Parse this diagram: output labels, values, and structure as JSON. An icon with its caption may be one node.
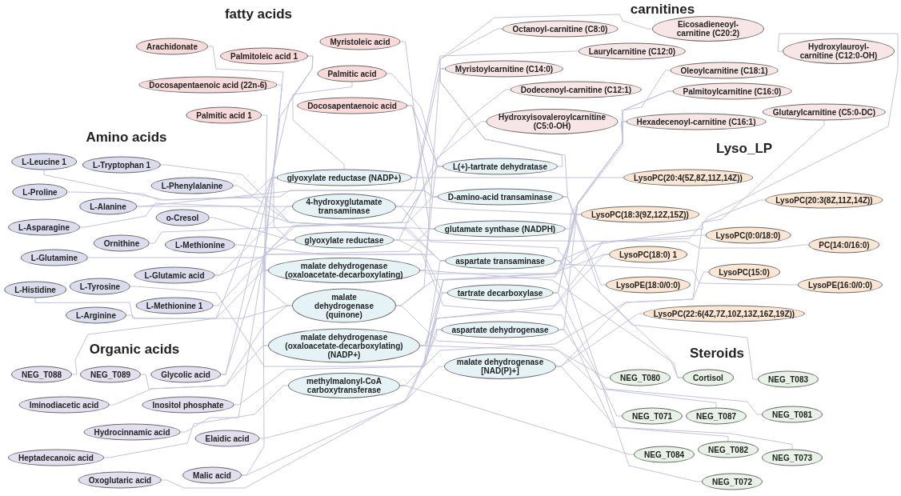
{
  "diagram": {
    "nodes": [
      {
        "text": [
          "Arachidonate"
        ]
      },
      {
        "text": [
          "Palmitoleic acid 1"
        ]
      },
      {
        "text": [
          "Myristoleic acid"
        ]
      },
      {
        "text": [
          "Docosapentaenoic acid (22n-6)"
        ]
      },
      {
        "text": [
          "Palmitic acid"
        ]
      },
      {
        "text": [
          "Palmitic acid 1"
        ]
      },
      {
        "text": [
          "Docosapentaenoic acid"
        ]
      },
      {
        "text": [
          "Octanoyl-carnitine (C8:0)"
        ]
      },
      {
        "text": [
          "Eicosadieneoyl-carnitine (C20:2)"
        ]
      },
      {
        "text": [
          "Laurylcarnitine (C12:0)"
        ]
      },
      {
        "text": [
          "Myristoylcarnitine (C14:0)"
        ]
      },
      {
        "text": [
          "Oleoylcarnitine (C18:1)"
        ]
      },
      {
        "text": [
          "Hydroxylauroyl-carnitine (C12:0-OH)"
        ]
      },
      {
        "text": [
          "Dodecenoyl-carnitine (C12:1)"
        ]
      },
      {
        "text": [
          "Palmitoylcarnitine (C16:0)"
        ]
      },
      {
        "text": [
          "Hydroxyisovaleroylcarnitine (C5:0-OH)"
        ]
      },
      {
        "text": [
          "Hexadecenoyl-carnitine (C16:1)"
        ]
      },
      {
        "text": [
          "Glutarylcarnitine (C5:0-DC)"
        ]
      },
      {
        "text": [
          "L-Leucine 1"
        ]
      },
      {
        "text": [
          "L-Tryptophan 1"
        ]
      },
      {
        "text": [
          "L-Phenylalanine"
        ]
      },
      {
        "text": [
          "L-Proline"
        ]
      },
      {
        "text": [
          "L-Alanine"
        ]
      },
      {
        "text": [
          "o-Cresol"
        ]
      },
      {
        "text": [
          "L-Asparagine"
        ]
      },
      {
        "text": [
          "Ornithine"
        ]
      },
      {
        "text": [
          "L-Methionine"
        ]
      },
      {
        "text": [
          "L-Glutamine"
        ]
      },
      {
        "text": [
          "L-Glutamic acid"
        ]
      },
      {
        "text": [
          "L-Histidine"
        ]
      },
      {
        "text": [
          "L-Tyrosine"
        ]
      },
      {
        "text": [
          "L-Methionine 1"
        ]
      },
      {
        "text": [
          "L-Arginine"
        ]
      },
      {
        "text": [
          "glyoxylate reductase (NADP+)"
        ]
      },
      {
        "text": [
          "4-hydroxyglutamate transaminase"
        ]
      },
      {
        "text": [
          "glyoxylate reductase"
        ]
      },
      {
        "text": [
          "malate dehydrogenase (oxaloacetate-decarboxylating)"
        ]
      },
      {
        "text": [
          "malate dehydrogenase (quinone)"
        ]
      },
      {
        "text": [
          "malate dehydrogenase (oxaloacetate-decarboxylating) (NADP+)"
        ]
      },
      {
        "text": [
          "methylmalonyl-CoA carboxytransferase"
        ]
      },
      {
        "text": [
          "L(+)-tartrate dehydratase"
        ]
      },
      {
        "text": [
          "D-amino-acid transaminase"
        ]
      },
      {
        "text": [
          "glutamate synthase (NADPH)"
        ]
      },
      {
        "text": [
          "aspartate transaminase"
        ]
      },
      {
        "text": [
          "tartrate decarboxylase"
        ]
      },
      {
        "text": [
          "aspartate dehydrogenase"
        ]
      },
      {
        "text": [
          "malate dehydrogenase [NAD(P)+]"
        ]
      },
      {
        "text": [
          "LysoPC(20:4(5Z,8Z,11Z,14Z))"
        ]
      },
      {
        "text": [
          "LysoPC(20:3(8Z,11Z,14Z))"
        ]
      },
      {
        "text": [
          "LysoPC(18:3(9Z,12Z,15Z))"
        ]
      },
      {
        "text": [
          "LysoPC(0:0/18:0)"
        ]
      },
      {
        "text": [
          "PC(14:0/16:0)"
        ]
      },
      {
        "text": [
          "LysoPC(18:0) 1"
        ]
      },
      {
        "text": [
          "LysoPC(15:0)"
        ]
      },
      {
        "text": [
          "LysoPE(18:0/0:0)"
        ]
      },
      {
        "text": [
          "LysoPE(16:0/0:0)"
        ]
      },
      {
        "text": [
          "LysoPC(22:6(4Z,7Z,10Z,13Z,16Z,19Z))"
        ]
      },
      {
        "text": [
          "NEG_T088"
        ]
      },
      {
        "text": [
          "NEG_T089"
        ]
      },
      {
        "text": [
          "Glycolic acid"
        ]
      },
      {
        "text": [
          "Iminodiacetic acid"
        ]
      },
      {
        "text": [
          "Inositol phosphate"
        ]
      },
      {
        "text": [
          "Hydrocinnamic acid"
        ]
      },
      {
        "text": [
          "Heptadecanoic acid"
        ]
      },
      {
        "text": [
          "Elaidic acid"
        ]
      },
      {
        "text": [
          "Oxoglutaric acid"
        ]
      },
      {
        "text": [
          "Malic acid"
        ]
      },
      {
        "text": [
          "NEG_T080"
        ]
      },
      {
        "text": [
          "Cortisol"
        ]
      },
      {
        "text": [
          "NEG_T083"
        ]
      },
      {
        "text": [
          "NEG_T071"
        ]
      },
      {
        "text": [
          "NEG_T087"
        ]
      },
      {
        "text": [
          "NEG_T081"
        ]
      },
      {
        "text": [
          "NEG_T084"
        ]
      },
      {
        "text": [
          "NEG_T082"
        ]
      },
      {
        "text": [
          "NEG_T073"
        ]
      },
      {
        "text": [
          "NEG_T072"
        ]
      }
    ],
    "edges": [
      {
        "from": 0,
        "to": 35,
        "arrow": "none"
      },
      {
        "from": 1,
        "to": 38,
        "arrow": "none"
      },
      {
        "from": 2,
        "to": 42,
        "arrow": "none"
      },
      {
        "from": 3,
        "to": 36,
        "arrow": "none"
      },
      {
        "from": 4,
        "to": 33,
        "arrow": "none"
      },
      {
        "from": 5,
        "to": 37,
        "arrow": "none"
      },
      {
        "from": 6,
        "to": 41,
        "arrow": "none"
      },
      {
        "from": 6,
        "to": 40,
        "arrow": "none"
      },
      {
        "from": 4,
        "to": 40,
        "arrow": "none"
      },
      {
        "from": 1,
        "to": 36,
        "arrow": "none"
      },
      {
        "from": 7,
        "to": 40,
        "arrow": "none"
      },
      {
        "from": 8,
        "to": 41,
        "arrow": "none"
      },
      {
        "from": 9,
        "to": 33,
        "arrow": "none"
      },
      {
        "from": 10,
        "to": 34,
        "arrow": "none"
      },
      {
        "from": 11,
        "to": 42,
        "arrow": "none"
      },
      {
        "from": 12,
        "to": 43,
        "arrow": "none"
      },
      {
        "from": 13,
        "to": 35,
        "arrow": "none"
      },
      {
        "from": 14,
        "to": 44,
        "arrow": "none"
      },
      {
        "from": 15,
        "to": 36,
        "arrow": "none"
      },
      {
        "from": 16,
        "to": 45,
        "arrow": "none"
      },
      {
        "from": 17,
        "to": 46,
        "arrow": "none"
      },
      {
        "from": 10,
        "to": 37,
        "arrow": "none"
      },
      {
        "from": 16,
        "to": 39,
        "arrow": "none"
      },
      {
        "from": 14,
        "to": 38,
        "arrow": "none"
      },
      {
        "from": 18,
        "to": 41,
        "arrow": "none"
      },
      {
        "from": 19,
        "to": 43,
        "arrow": "none"
      },
      {
        "from": 20,
        "to": 42,
        "arrow": "none"
      },
      {
        "from": 21,
        "to": 33,
        "arrow": "none"
      },
      {
        "from": 22,
        "to": 34,
        "arrow": "none"
      },
      {
        "from": 23,
        "to": 35,
        "arrow": "none"
      },
      {
        "from": 24,
        "to": 43,
        "arrow": "none"
      },
      {
        "from": 25,
        "to": 41,
        "arrow": "none"
      },
      {
        "from": 26,
        "to": 44,
        "arrow": "none"
      },
      {
        "from": 27,
        "to": 42,
        "arrow": "none"
      },
      {
        "from": 28,
        "to": 43,
        "arrow": "none"
      },
      {
        "from": 29,
        "to": 37,
        "arrow": "none"
      },
      {
        "from": 30,
        "to": 45,
        "arrow": "none"
      },
      {
        "from": 31,
        "to": 40,
        "arrow": "none"
      },
      {
        "from": 32,
        "to": 36,
        "arrow": "none"
      },
      {
        "from": 28,
        "to": 34,
        "arrow": "none"
      },
      {
        "from": 22,
        "to": 41,
        "arrow": "none"
      },
      {
        "from": 47,
        "to": 33,
        "arrow": "none"
      },
      {
        "from": 48,
        "to": 36,
        "arrow": "none"
      },
      {
        "from": 49,
        "to": 34,
        "arrow": "none"
      },
      {
        "from": 50,
        "to": 38,
        "arrow": "none"
      },
      {
        "from": 51,
        "to": 35,
        "arrow": "none"
      },
      {
        "from": 52,
        "to": 37,
        "arrow": "none"
      },
      {
        "from": 53,
        "to": 39,
        "arrow": "none"
      },
      {
        "from": 54,
        "to": 41,
        "arrow": "none"
      },
      {
        "from": 55,
        "to": 43,
        "arrow": "none"
      },
      {
        "from": 56,
        "to": 46,
        "arrow": "none"
      },
      {
        "from": 49,
        "to": 44,
        "arrow": "none"
      },
      {
        "from": 52,
        "to": 39,
        "arrow": "none"
      },
      {
        "from": 57,
        "to": 33,
        "arrow": "none"
      },
      {
        "from": 58,
        "to": 38,
        "arrow": "none"
      },
      {
        "from": 59,
        "to": 35,
        "arrow": "none"
      },
      {
        "from": 60,
        "to": 37,
        "arrow": "none"
      },
      {
        "from": 61,
        "to": 44,
        "arrow": "none"
      },
      {
        "from": 62,
        "to": 40,
        "arrow": "none"
      },
      {
        "from": 63,
        "to": 39,
        "arrow": "none"
      },
      {
        "from": 64,
        "to": 46,
        "arrow": "none"
      },
      {
        "from": 65,
        "to": 43,
        "arrow": "none"
      },
      {
        "from": 66,
        "to": 36,
        "arrow": "none"
      },
      {
        "from": 66,
        "to": 45,
        "arrow": "none"
      },
      {
        "from": 59,
        "to": 33,
        "arrow": "none"
      },
      {
        "from": 67,
        "to": 37,
        "arrow": "none"
      },
      {
        "from": 68,
        "to": 36,
        "arrow": "none"
      },
      {
        "from": 69,
        "to": 34,
        "arrow": "none"
      },
      {
        "from": 70,
        "to": 44,
        "arrow": "none"
      },
      {
        "from": 71,
        "to": 38,
        "arrow": "none"
      },
      {
        "from": 72,
        "to": 45,
        "arrow": "none"
      },
      {
        "from": 73,
        "to": 39,
        "arrow": "none"
      },
      {
        "from": 74,
        "to": 35,
        "arrow": "none"
      },
      {
        "from": 75,
        "to": 46,
        "arrow": "none"
      },
      {
        "from": 76,
        "to": 43,
        "arrow": "none"
      },
      {
        "from": 68,
        "to": 41,
        "arrow": "none"
      }
    ],
    "labels": [
      "fatty acids",
      "carnitines",
      "Amino acids",
      "Lyso_LP",
      "Organic acids",
      "Steroids"
    ]
  }
}
